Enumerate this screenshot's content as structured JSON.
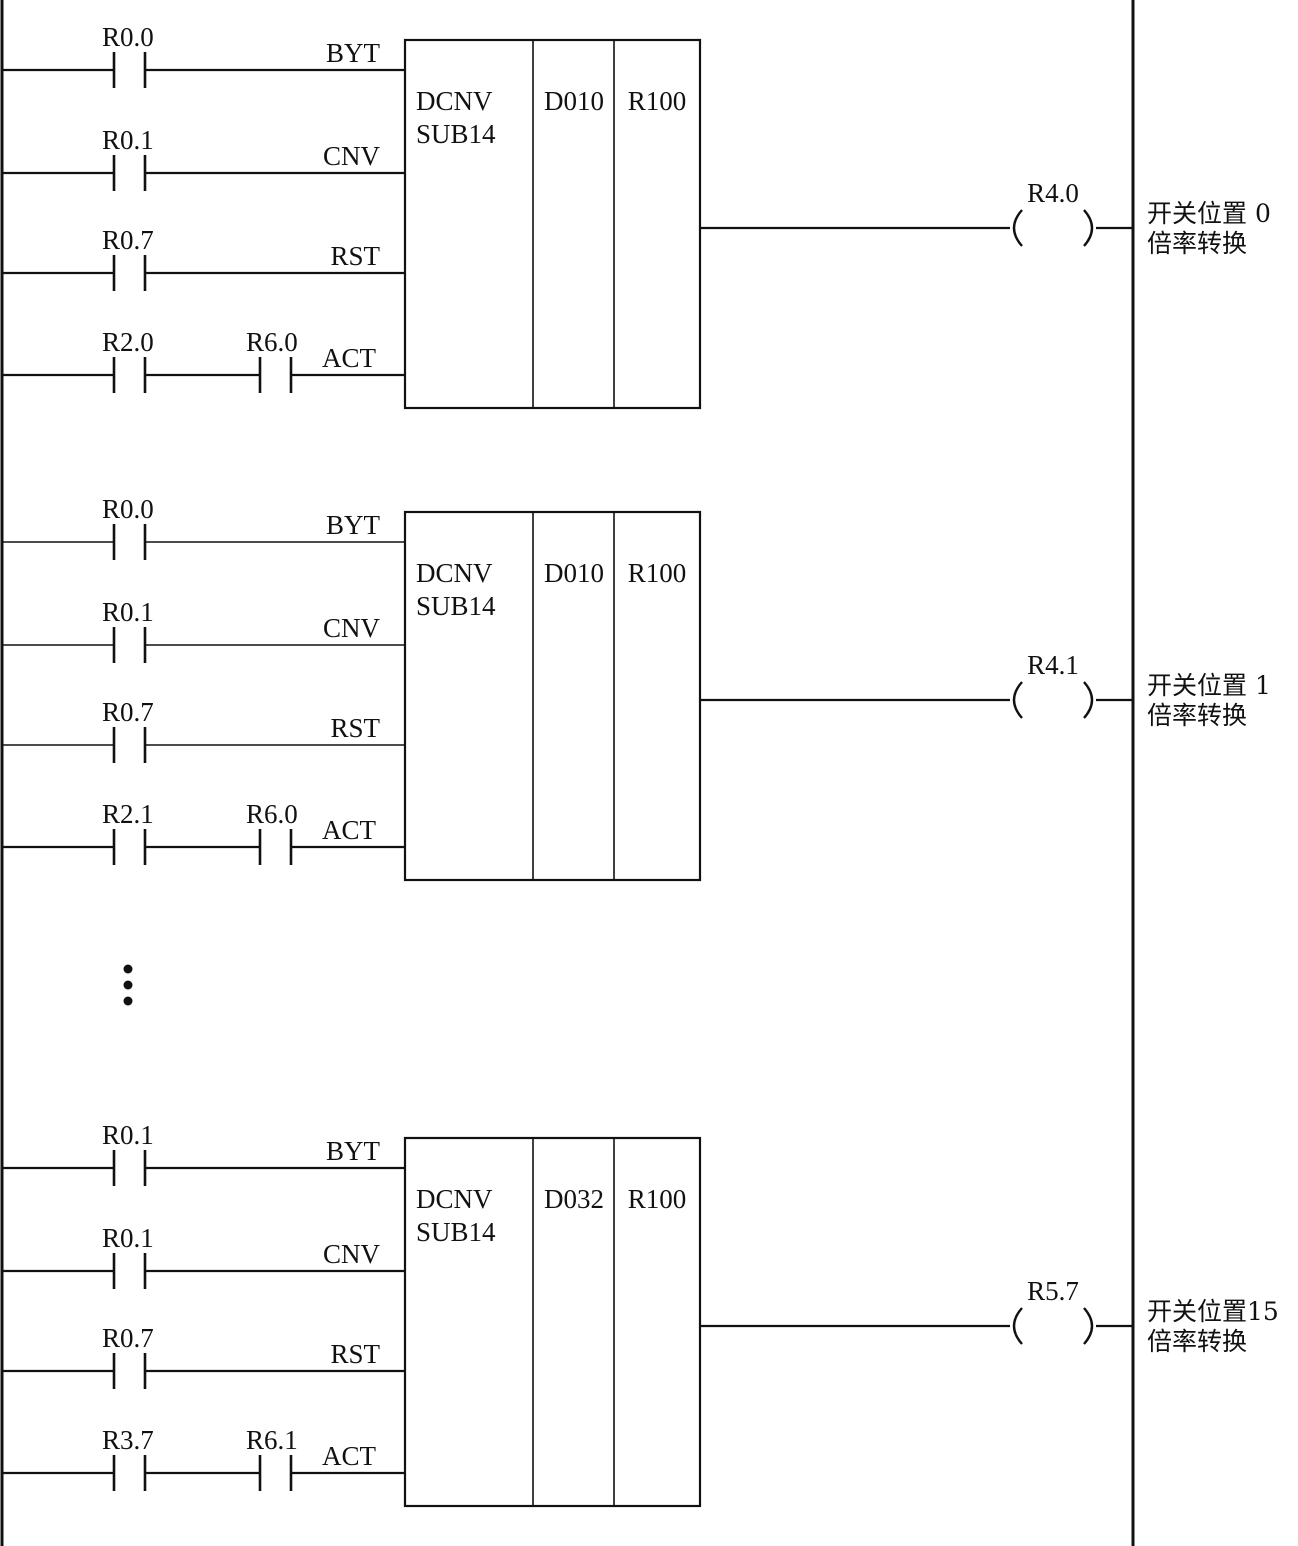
{
  "diagram": {
    "type": "ladder-logic",
    "ellipsis": "⋮",
    "rungs": [
      {
        "function": {
          "name": "DCNV",
          "sub": "SUB14",
          "param1": "D010",
          "param2": "R100"
        },
        "inputs": [
          {
            "pin": "BYT",
            "contacts": [
              "R0.0"
            ]
          },
          {
            "pin": "CNV",
            "contacts": [
              "R0.1"
            ]
          },
          {
            "pin": "RST",
            "contacts": [
              "R0.7"
            ]
          },
          {
            "pin": "ACT",
            "contacts": [
              "R2.0",
              "R6.0"
            ]
          }
        ],
        "coil": "R4.0",
        "comment": [
          "开关位置 0",
          "倍率转换"
        ]
      },
      {
        "function": {
          "name": "DCNV",
          "sub": "SUB14",
          "param1": "D010",
          "param2": "R100"
        },
        "inputs": [
          {
            "pin": "BYT",
            "contacts": [
              "R0.0"
            ]
          },
          {
            "pin": "CNV",
            "contacts": [
              "R0.1"
            ]
          },
          {
            "pin": "RST",
            "contacts": [
              "R0.7"
            ]
          },
          {
            "pin": "ACT",
            "contacts": [
              "R2.1",
              "R6.0"
            ]
          }
        ],
        "coil": "R4.1",
        "comment": [
          "开关位置 1",
          "倍率转换"
        ]
      },
      {
        "function": {
          "name": "DCNV",
          "sub": "SUB14",
          "param1": "D032",
          "param2": "R100"
        },
        "inputs": [
          {
            "pin": "BYT",
            "contacts": [
              "R0.1"
            ]
          },
          {
            "pin": "CNV",
            "contacts": [
              "R0.1"
            ]
          },
          {
            "pin": "RST",
            "contacts": [
              "R0.7"
            ]
          },
          {
            "pin": "ACT",
            "contacts": [
              "R3.7",
              "R6.1"
            ]
          }
        ],
        "coil": "R5.7",
        "comment": [
          "开关位置15",
          "倍率转换"
        ]
      }
    ]
  }
}
